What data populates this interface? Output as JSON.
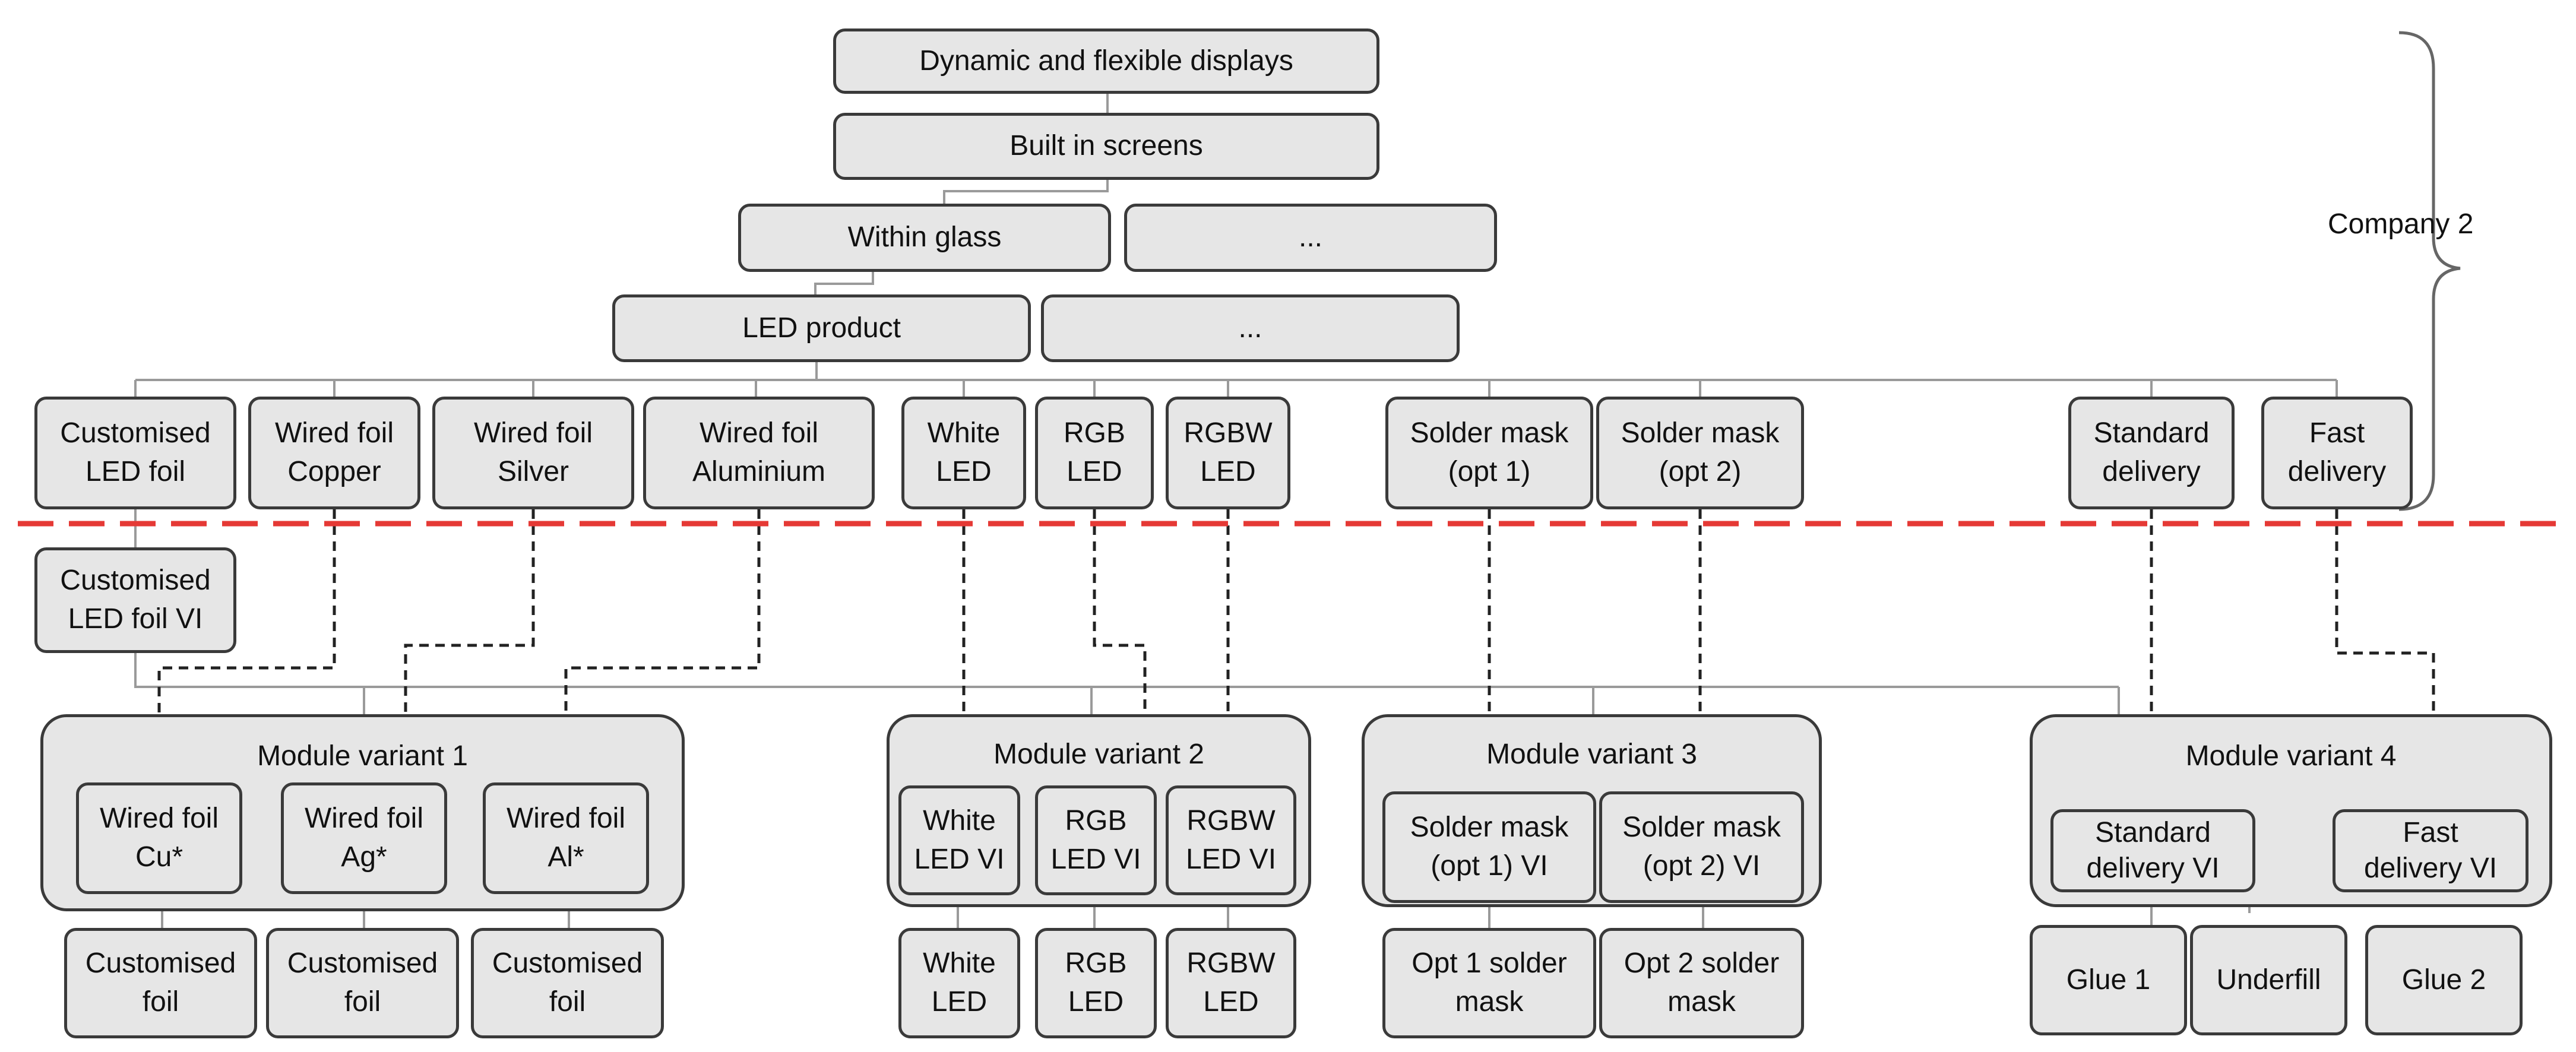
{
  "hierarchy": {
    "top": "Dynamic and flexible displays",
    "level2": "Built in screens",
    "level3": [
      "Within glass",
      "..."
    ],
    "level4": [
      "LED product",
      "..."
    ],
    "company_label": "Company 2"
  },
  "features": {
    "customised_led_foil": "Customised\nLED foil",
    "wired_foil_copper": "Wired foil\nCopper",
    "wired_foil_silver": "Wired foil\nSilver",
    "wired_foil_aluminium": "Wired foil\nAluminium",
    "white_led": "White\nLED",
    "rgb_led": "RGB\nLED",
    "rgbw_led": "RGBW\nLED",
    "solder_mask_opt1": "Solder mask\n(opt 1)",
    "solder_mask_opt2": "Solder mask\n(opt 2)",
    "standard_delivery": "Standard\ndelivery",
    "fast_delivery": "Fast\ndelivery"
  },
  "customised_led_foil_vi": "Customised\nLED foil VI",
  "modules": {
    "mv1": {
      "title": "Module variant 1",
      "items": [
        "Wired foil\nCu*",
        "Wired foil\nAg*",
        "Wired foil\nAl*"
      ],
      "children": [
        "Customised\nfoil",
        "Customised\nfoil",
        "Customised\nfoil"
      ]
    },
    "mv2": {
      "title": "Module variant 2",
      "items": [
        "White\nLED VI",
        "RGB\nLED VI",
        "RGBW\nLED VI"
      ],
      "children": [
        "White\nLED",
        "RGB\nLED",
        "RGBW\nLED"
      ]
    },
    "mv3": {
      "title": "Module variant 3",
      "items": [
        "Solder mask\n(opt 1) VI",
        "Solder mask\n(opt 2) VI"
      ],
      "children": [
        "Opt 1 solder\nmask",
        "Opt 2 solder\nmask"
      ]
    },
    "mv4": {
      "title": "Module variant 4",
      "items": [
        "Standard\ndelivery VI",
        "Fast\ndelivery VI"
      ],
      "children": [
        "Glue 1",
        "Underfill",
        "Glue 2"
      ]
    }
  },
  "colors": {
    "box_fill": "#e6e6e6",
    "box_border": "#3a3a3a",
    "connector": "#9a9a9a",
    "dashed_link": "#222222",
    "divider": "#e53935"
  }
}
